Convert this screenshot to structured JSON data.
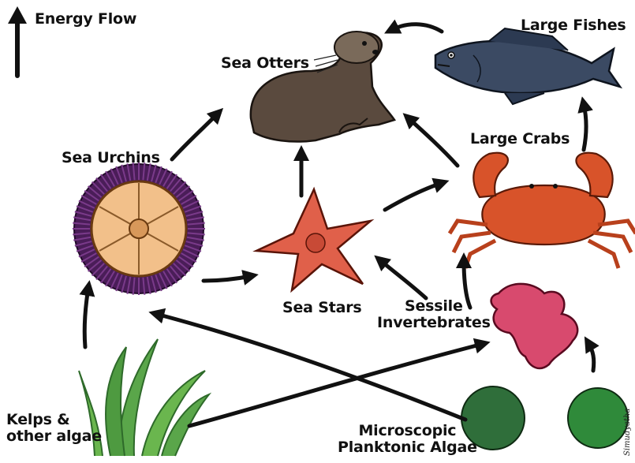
{
  "legend": {
    "label": "Energy Flow"
  },
  "organisms": {
    "sea_otters": "Sea Otters",
    "large_fishes": "Large Fishes",
    "large_crabs": "Large Crabs",
    "sea_urchins": "Sea Urchins",
    "sea_stars": "Sea Stars",
    "sessile_invertebrates": "Sessile\nInvertebrates",
    "kelps": "Kelps &\nother algae",
    "plankton": "Microscopic\nPlanktonic Algae"
  },
  "signature": "Simudyatha",
  "colors": {
    "otter": "#5a4a3e",
    "fish": "#3b4a63",
    "crab": "#d8532a",
    "urchin": "#4a1d58",
    "sea_star": "#e0604a",
    "invertebrate": "#d84a6e",
    "kelp": "#5aa64a",
    "plankton": "#2f6e3a",
    "arrow": "#111111"
  }
}
